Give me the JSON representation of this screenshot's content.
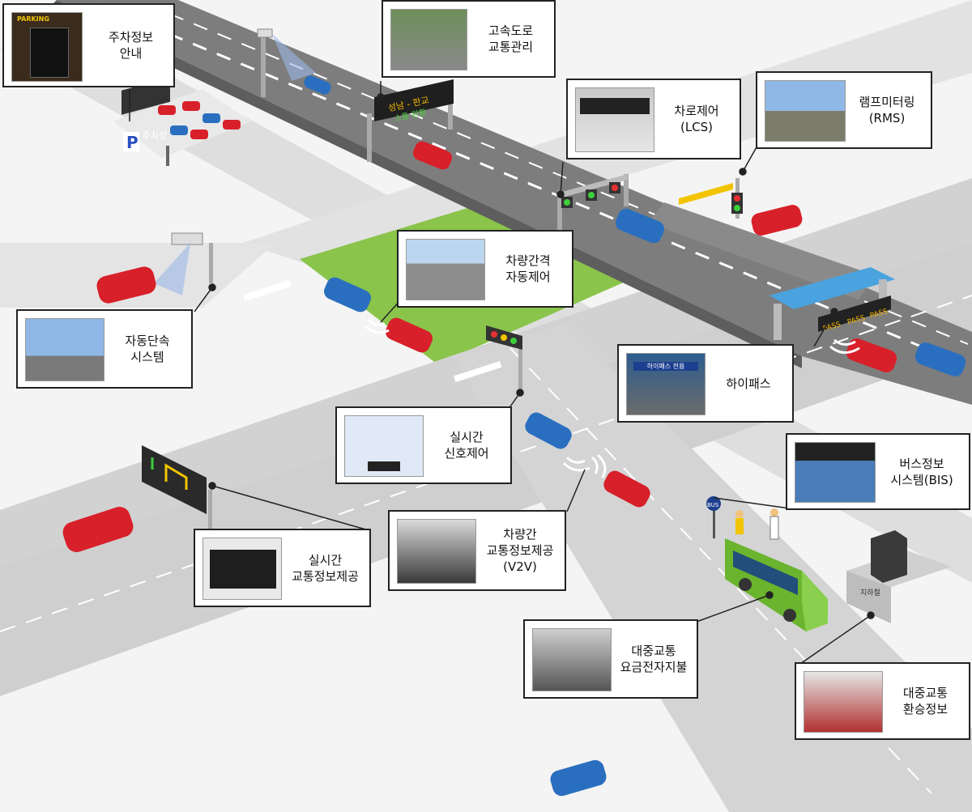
{
  "colors": {
    "road": "#7d7d7d",
    "road_edge": "#9a9a9a",
    "road_light": "#dcdcdc",
    "lane_mark": "#ffffff",
    "park_green": "#8ac44b",
    "car_red": "#d8202a",
    "car_blue": "#2a6fbf",
    "bus_green": "#6ab42e",
    "callout_border": "#222222"
  },
  "scene": {
    "parking_sign": "P",
    "parking_lot_label": "주차장",
    "overpass_sign": "성남 - 판교",
    "overpass_sign_sub": "소통 원활",
    "hipass_tags": [
      "PASS",
      "PASS",
      "PASS"
    ],
    "bus_stop_sign": "BUS",
    "subway_label": "지하철"
  },
  "callouts": {
    "parking": {
      "line1": "주차정보",
      "line2": "안내",
      "thumb": "PARKING"
    },
    "highway": {
      "line1": "고속도로",
      "line2": "교통관리",
      "thumb": ""
    },
    "lcs": {
      "line1": "차로제어",
      "line2": "(LCS)",
      "thumb": ""
    },
    "rms": {
      "line1": "램프미터링",
      "line2": "(RMS)",
      "thumb": ""
    },
    "cruise": {
      "line1": "차량간격",
      "line2": "자동제어",
      "thumb": ""
    },
    "enforcement": {
      "line1": "자동단속",
      "line2": "시스템",
      "thumb": ""
    },
    "hipass": {
      "line1": "하이패스",
      "thumb": "하이패스 전용"
    },
    "bis": {
      "line1": "버스정보",
      "line2": "시스템(BIS)",
      "thumb": ""
    },
    "signal": {
      "line1": "실시간",
      "line2": "신호제어",
      "thumb": ""
    },
    "v2v": {
      "line1": "차량간",
      "line2": "교통정보제공",
      "line3": "(V2V)",
      "thumb": ""
    },
    "realtime_info": {
      "line1": "실시간",
      "line2": "교통정보제공",
      "thumb": ""
    },
    "fare": {
      "line1": "대중교통",
      "line2": "요금전자지불",
      "thumb": ""
    },
    "transfer": {
      "line1": "대중교통",
      "line2": "환승정보",
      "thumb": ""
    }
  }
}
